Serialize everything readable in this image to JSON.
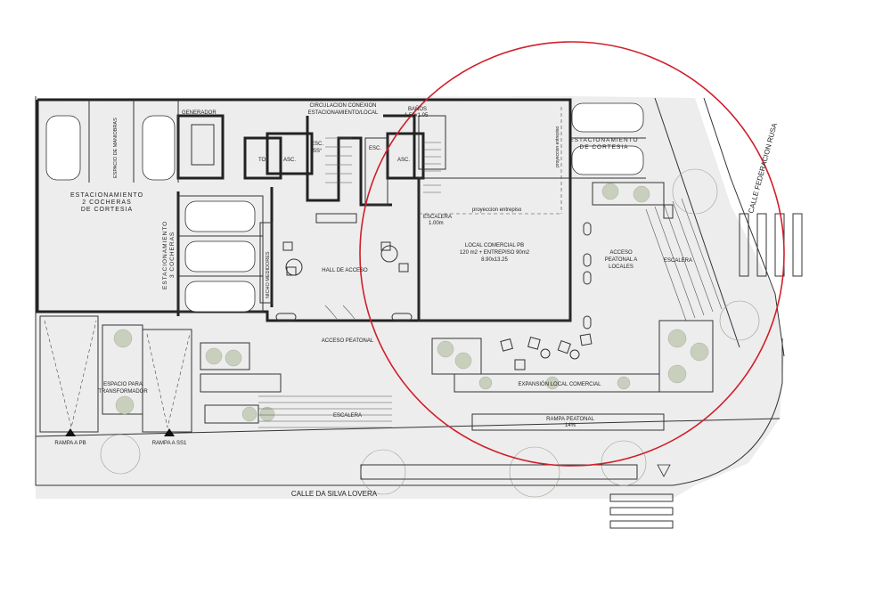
{
  "colors": {
    "highlight_circle": "#d01f2b",
    "walls": "#222222",
    "paving": "#ededed",
    "vegetation": "#c9cfbd"
  },
  "labels": {
    "generador": "GENERADOR",
    "espacio_maniobras": "ESPACIO DE MANIOBRAS",
    "circulacion": "CIRCULACION CONEXION",
    "circulacion2": "ESTACIONAMIENTO/LOCAL",
    "banos": "BAÑOS",
    "banos_dim": "1.50x1.05",
    "esc_ss": "ESC.",
    "esc_ss2": "SS°",
    "esc": "ESC.",
    "asc1": "ASC.",
    "asc2": "ASC.",
    "toi": "TOI",
    "estac_cortesia_1": "ESTACIONAMIENTO",
    "estac_cortesia_2": "2 COCHERAS",
    "estac_cortesia_3": "DE CORTESIA",
    "estac_vertical": "ESTACIONAMIENTO",
    "estac_vertical2": "3 COCHERAS",
    "nicho_medidores": "NICHO MEDIDORES",
    "hall_acceso": "HALL DE ACCESO",
    "escalera_dim_1": "ESCALERA",
    "escalera_dim_2": "1.00m",
    "proyeccion": "proyeccion entrepiso",
    "proyeccion_vertical": "proyeccion entrepiso",
    "local_1": "LOCAL COMERCIAL PB",
    "local_2": "120 m2 + ENTREPISO 90m2",
    "local_3": "8.90x13.25",
    "acceso_peatonal_locales_1": "ACCESO",
    "acceso_peatonal_locales_2": "PEATONAL A",
    "acceso_peatonal_locales_3": "LOCALES",
    "escalera_side": "ESCALERA",
    "estac_cortesia_top_1": "ESTACIONAMIENTO",
    "estac_cortesia_top_2": "DE CORTESIA",
    "calle_federacion": "CALLE FEDERACION RUSA",
    "acceso_peatonal": "ACCESO PEATONAL",
    "expansion": "EXPANSIÓN LOCAL COMERCIAL",
    "escalera_front": "ESCALERA",
    "rampa_peatonal": "RAMPA PEATONAL",
    "rampa_pct": "14%",
    "espacio_transformador_1": "ESPACIO PARA",
    "espacio_transformador_2": "TRANSFORMADOR",
    "rampa_pb": "RAMPA A PB",
    "rampa_ss1": "RAMPA A SS1",
    "calle_silva": "CALLE DA SILVA LOVERA"
  }
}
